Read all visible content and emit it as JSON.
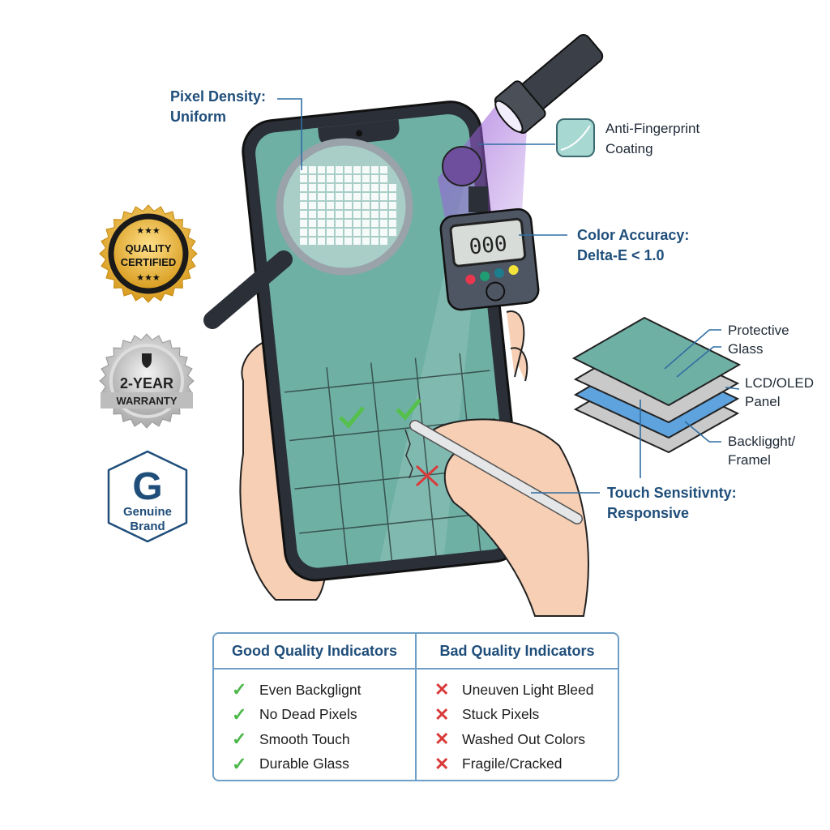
{
  "labels": {
    "pixel_density": [
      "Pixel Density:",
      "Uniform"
    ],
    "anti_fingerprint": [
      "Anti-Fingerprint",
      "Coating"
    ],
    "color_accuracy": [
      "Color Accuracy:",
      "Delta-E < 1.0"
    ],
    "protective_glass": [
      "Protective",
      "Glass"
    ],
    "panel": [
      "LCD/OLED",
      "Panel"
    ],
    "backlight": [
      "Backligght/",
      "Framel"
    ],
    "touch": [
      "Touch Sensitivnty:",
      "Responsive"
    ]
  },
  "meter": {
    "reading": "000"
  },
  "badges": {
    "quality": [
      "QUALITY",
      "CERTIFIED"
    ],
    "warranty": [
      "2-YEAR",
      "WARRANTY"
    ],
    "genuine": {
      "logo": "G",
      "text": [
        "Genuine",
        "Brand"
      ]
    }
  },
  "table": {
    "good": {
      "title": "Good Quality Indicators",
      "items": [
        "Even Backglignt",
        "No Dead Pixels",
        "Smooth Touch",
        "Durable Glass"
      ]
    },
    "bad": {
      "title": "Bad Quality Indicators",
      "items": [
        "Uneuven Light Bleed",
        "Stuck Pixels",
        "Washed Out Colors",
        "Fragile/Cracked"
      ]
    },
    "good_icon": "✓",
    "bad_icon": "✕"
  },
  "colors": {
    "accent": "#1f4e7a",
    "screen": "#6fb0a5",
    "good": "#4cb84a",
    "bad": "#d93a3a"
  }
}
